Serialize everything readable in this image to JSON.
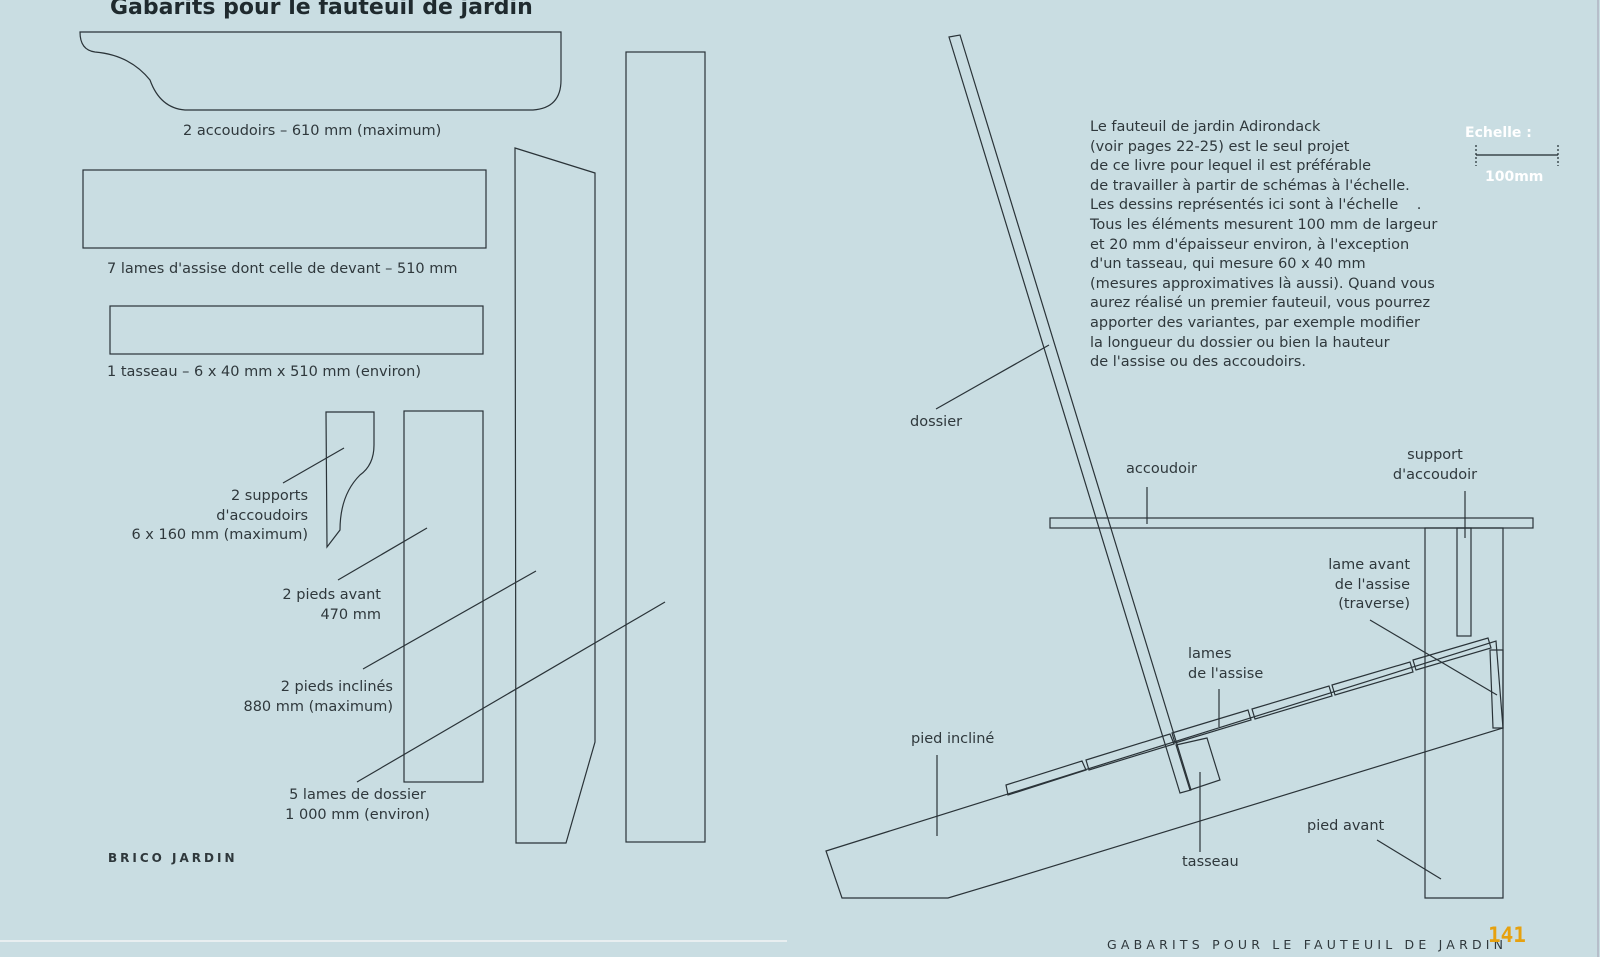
{
  "title": "Gabarits pour le fauteuil de jardin",
  "paragraph": "Le fauteuil de jardin Adirondack\n(voir pages 22-25) est le seul projet\nde ce livre pour lequel il est préférable\nde travailler à partir de schémas à l'échelle.\nLes dessins représentés ici sont à l'échelle    .\nTous les éléments mesurent 100 mm de largeur\net 20 mm d'épaisseur environ, à l'exception\nd'un tasseau, qui mesure 60 x 40 mm\n(mesures approximatives là aussi). Quand vous\naurez réalisé un premier fauteuil, vous pourrez\napporter des variantes, par exemple modifier\nla longueur du dossier ou bien la hauteur\nde l'assise ou des accoudoirs.",
  "scale": {
    "label": "Echelle :",
    "value": "100mm"
  },
  "parts": {
    "accoudoirs": "2 accoudoirs – 610 mm (maximum)",
    "lames_assise": "7 lames d'assise dont celle de devant – 510 mm",
    "tasseau": "1 tasseau – 6 x 40 mm x 510 mm (environ)",
    "supports": "2 supports\nd'accoudoirs\n6 x 160 mm (maximum)",
    "pieds_avant": "2 pieds avant\n470 mm",
    "pieds_inclines": "2 pieds inclinés\n880 mm (maximum)",
    "lames_dossier": "5 lames de dossier\n1 000 mm (environ)"
  },
  "assembly": {
    "dossier": "dossier",
    "accoudoir": "accoudoir",
    "support": "support\nd'accoudoir",
    "lame_avant": "lame avant\nde l'assise\n(traverse)",
    "lames": "lames\nde l'assise",
    "pied_incline": "pied incliné",
    "tasseau": "tasseau",
    "pied_avant": "pied avant"
  },
  "brand": "BRICO JARDIN",
  "footer": "GABARITS POUR LE FAUTEUIL DE JARDIN",
  "page_number": "141"
}
